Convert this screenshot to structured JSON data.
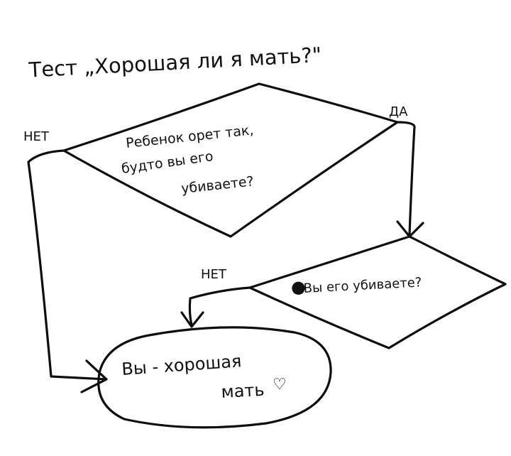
{
  "title": "Тест „Хорошая ли я мать?\"",
  "decision_1": {
    "lines": [
      "Ребенок орет так,",
      "будто вы его",
      "убиваете?"
    ],
    "no_label": "НЕТ",
    "yes_label": "ДА"
  },
  "decision_2": {
    "text": "Вы его убиваете?",
    "no_label": "НЕТ"
  },
  "result": {
    "lines": [
      "Вы - хорошая",
      "мать"
    ],
    "heart": "♡"
  },
  "colors": {
    "ink": "#111111",
    "background": "#ffffff"
  }
}
